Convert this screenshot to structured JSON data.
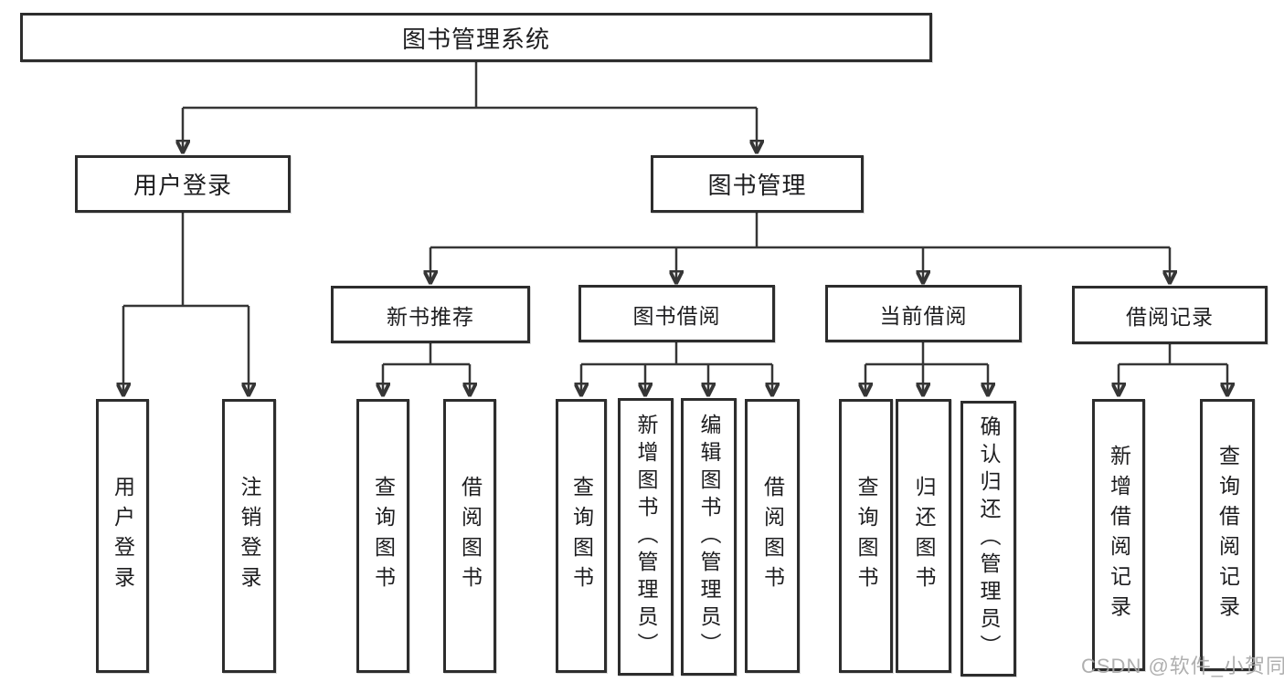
{
  "watermark": "CSDN @软件_小贺同学",
  "colors": {
    "line": "#363636",
    "box_border": "#2d2d2d",
    "text": "#1d1d1f",
    "watermark_text": "#a8a8a8",
    "background": "#ffffff"
  },
  "nodes": {
    "root": {
      "label": "图书管理系统"
    },
    "login": {
      "label": "用户登录"
    },
    "mgmt": {
      "label": "图书管理"
    },
    "user_login": {
      "label": "用户登录"
    },
    "logout": {
      "label": "注销登录"
    },
    "new_book": {
      "label": "新书推荐"
    },
    "book_borrow": {
      "label": "图书借阅"
    },
    "current_borrow": {
      "label": "当前借阅"
    },
    "borrow_records": {
      "label": "借阅记录"
    },
    "nb_query": {
      "label": "查询图书"
    },
    "nb_borrow": {
      "label": "借阅图书"
    },
    "bb_query": {
      "label": "查询图书"
    },
    "bb_add": {
      "label": "新增图书（管理员）"
    },
    "bb_edit": {
      "label": "编辑图书（管理员）"
    },
    "bb_borrow": {
      "label": "借阅图书"
    },
    "cb_query": {
      "label": "查询图书"
    },
    "cb_return": {
      "label": "归还图书"
    },
    "cb_confirm": {
      "label": "确认归还（管理员）"
    },
    "br_add": {
      "label": "新增借阅记录"
    },
    "br_query": {
      "label": "查询借阅记录"
    }
  }
}
